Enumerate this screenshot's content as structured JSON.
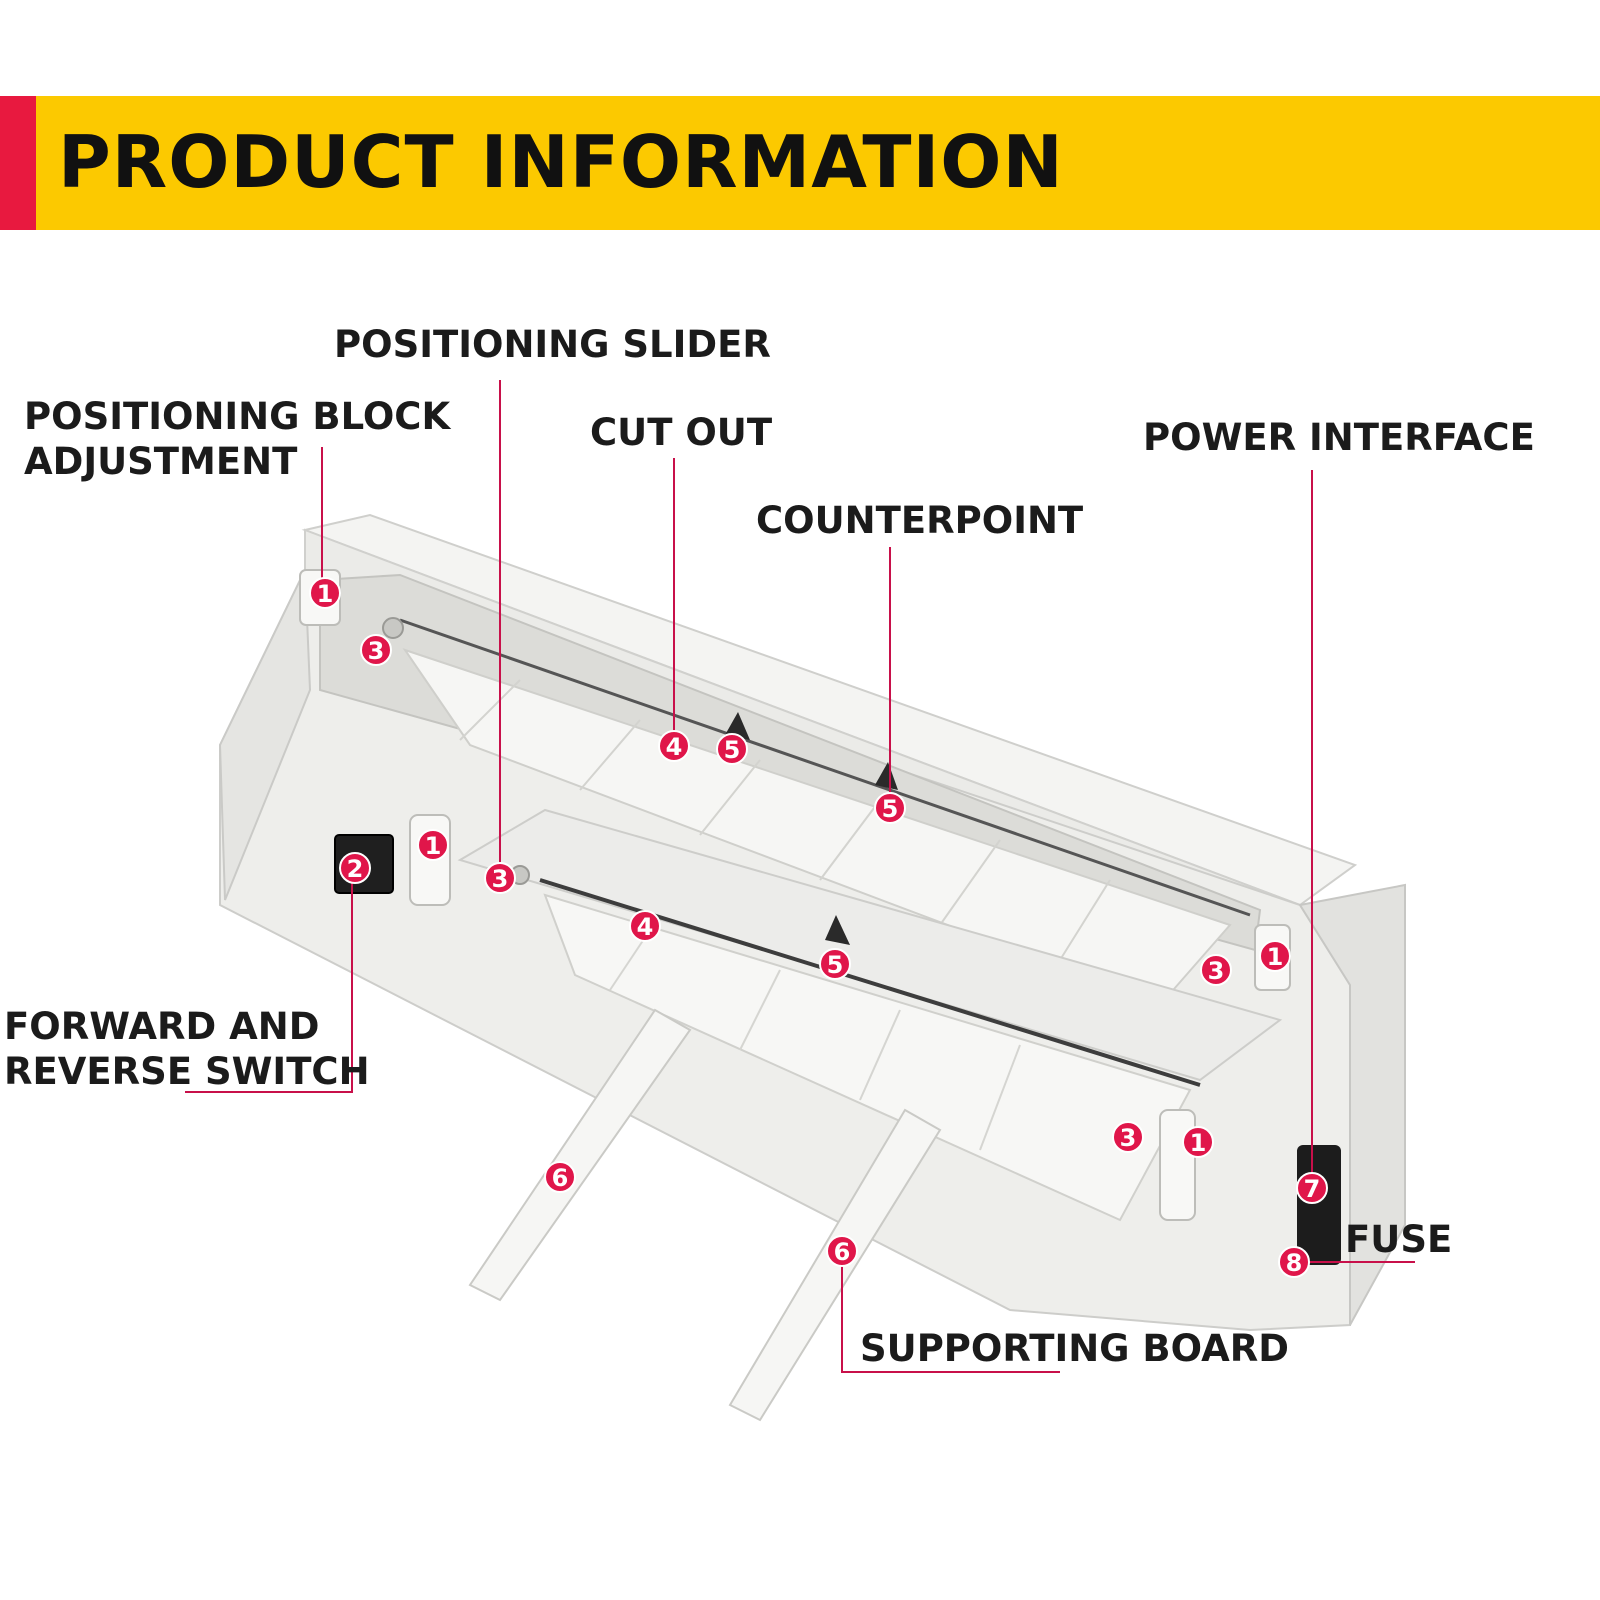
{
  "header": {
    "title": "PRODUCT INFORMATION",
    "banner_color": "#fcc900",
    "accent_color": "#e8193f"
  },
  "labels": {
    "positioning_block": "POSITIONING BLOCK\nADJUSTMENT",
    "positioning_slider": "POSITIONING SLIDER",
    "cut_out": "CUT OUT",
    "counterpoint": "COUNTERPOINT",
    "power_interface": "POWER INTERFACE",
    "forward_reverse": "FORWARD AND\nREVERSE SWITCH",
    "fuse": "FUSE",
    "supporting_board": "SUPPORTING BOARD"
  },
  "callout_numbers": {
    "positioning_block": "1",
    "forward_reverse": "2",
    "positioning_slider": "3",
    "cut_out": "4",
    "counterpoint": "5",
    "supporting_board": "6",
    "power_interface": "7",
    "fuse": "8"
  },
  "colors": {
    "marker": "#e0164a",
    "leader": "#c8104a",
    "machine_body": "#ececea",
    "machine_shadow": "#d2d2cf",
    "text": "#1b1b1b"
  }
}
